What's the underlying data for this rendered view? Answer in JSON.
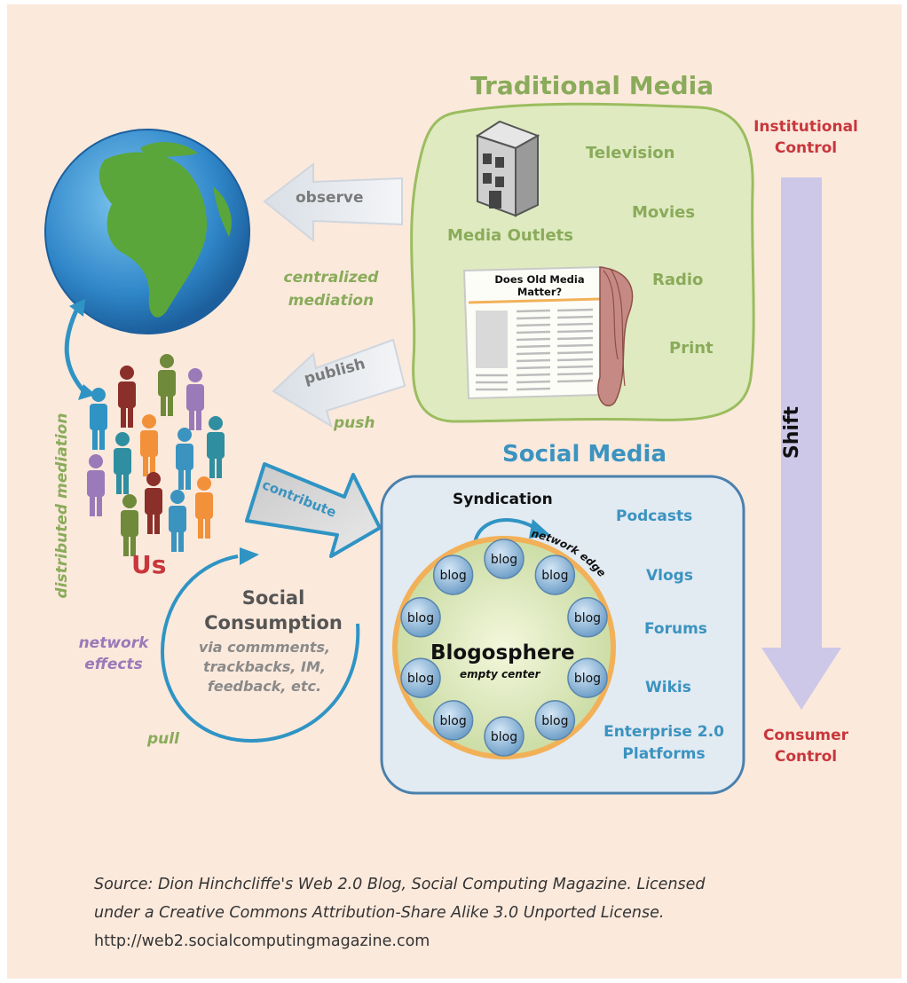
{
  "traditional_media": {
    "title": "Traditional Media",
    "outlets_label": "Media Outlets",
    "newspaper_headline": "Does Old Media Matter?",
    "channels": [
      "Television",
      "Movies",
      "Radio",
      "Print"
    ]
  },
  "control": {
    "top": "Institutional Control",
    "shift": "Shift",
    "bottom": "Consumer Control"
  },
  "arrows": {
    "observe": "observe",
    "publish": "publish",
    "contribute": "contribute"
  },
  "labels": {
    "centralized_mediation": "centralized mediation",
    "push": "push",
    "distributed_mediation": "distributed mediation",
    "us": "Us",
    "network_effects": "network effects",
    "pull": "pull"
  },
  "social_consumption": {
    "title": "Social Consumption",
    "detail": "via commments, trackbacks, IM, feedback, etc."
  },
  "social_media": {
    "title": "Social Media",
    "syndication": "Syndication",
    "network_edge": "network edge",
    "blogosphere": "Blogosphere",
    "empty_center": "empty center",
    "blog_label": "blog",
    "channels": [
      "Podcasts",
      "Vlogs",
      "Forums",
      "Wikis",
      "Enterprise 2.0 Platforms"
    ]
  },
  "source": {
    "line1": "Source: Dion Hinchcliffe's Web 2.0 Blog, Social Computing Magazine. Licensed",
    "line2": "under a Creative Commons Attribution-Share Alike 3.0 Unported License.",
    "url": "http://web2.socialcomputingmagazine.com"
  },
  "colors": {
    "panel_bg": "#fbe9dc",
    "traditional_green": "#8aab5a",
    "social_blue": "#3b93c0",
    "control_red": "#c8373c",
    "shift_arrow": "#cdc8e8",
    "ring_orange": "#f2b158"
  }
}
